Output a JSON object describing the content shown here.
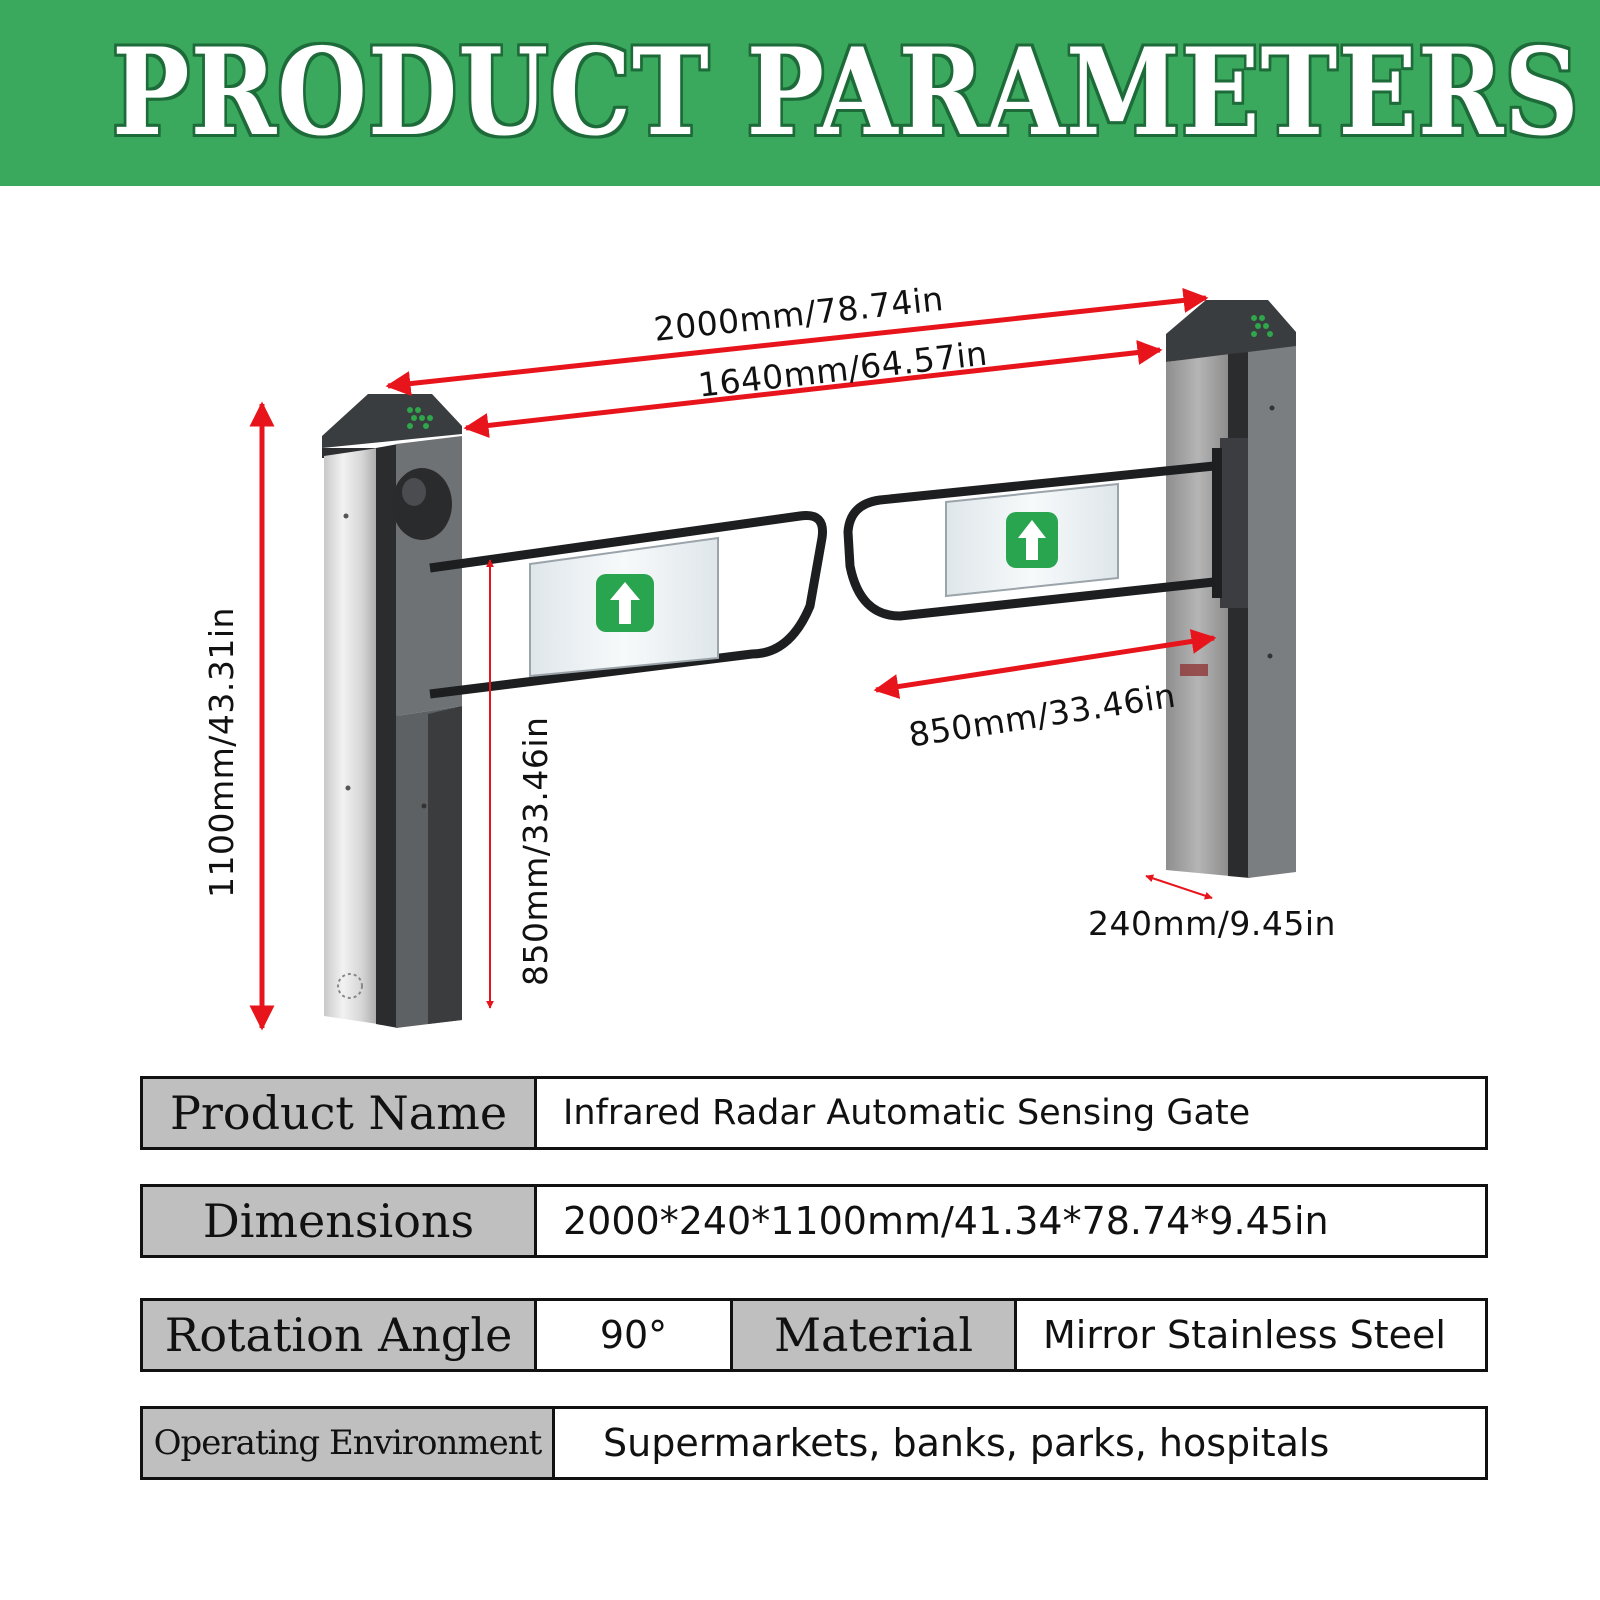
{
  "banner": {
    "title": "PRODUCT PARAMETERS",
    "background_color": "#3aa95d"
  },
  "diagram": {
    "subject": "swing barrier gate with two pillars and arms",
    "arrow_color": "#e8141c",
    "arm_sign_color": "#2aa54f",
    "dimensions": {
      "overall_width": "2000mm/78.74in",
      "passage_width": "1640mm/64.57in",
      "arm_length": "850mm/33.46in",
      "height": "1100mm/43.31in",
      "arm_height": "850mm/33.46in",
      "pillar_width": "240mm/9.45in"
    }
  },
  "specs": {
    "product_name": {
      "label": "Product Name",
      "value": "Infrared Radar Automatic Sensing Gate"
    },
    "dimensions": {
      "label": "Dimensions",
      "value": "2000*240*1100mm/41.34*78.74*9.45in"
    },
    "rotation_angle": {
      "label": "Rotation Angle",
      "value": "90°"
    },
    "material": {
      "label": "Material",
      "value": "Mirror Stainless Steel"
    },
    "operating_environment": {
      "label": "Operating Environment",
      "value": "Supermarkets, banks, parks, hospitals"
    }
  }
}
